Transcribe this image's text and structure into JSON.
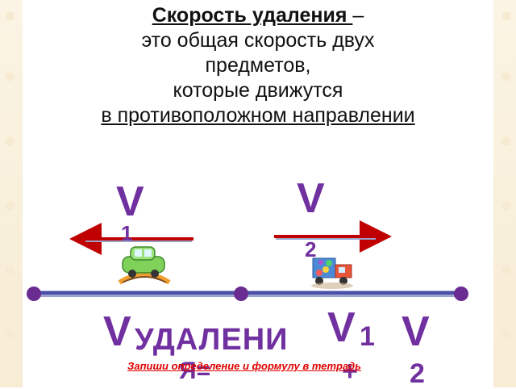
{
  "definition": {
    "term": "Скорость удаления ",
    "dash": "–",
    "line2": "это общая скорость двух",
    "line3": "предметов,",
    "line4": "которые движутся",
    "line5": "в противоположном направлении"
  },
  "velocities": {
    "v1_letter": "V",
    "v1_sub": "1",
    "v2_letter": "V",
    "v2_sub": "2"
  },
  "formula": {
    "v_letter": "V",
    "word": "УДАЛЕНИ",
    "word_end": "Я=",
    "v1_letter": "V",
    "v1_sub": "1",
    "plus": "+",
    "v2_letter": "V",
    "v2_sub": "2"
  },
  "note": "Запиши определение и формулу в тетрадь",
  "colors": {
    "accent_purple": "#7030a0",
    "arrow_red": "#c00000",
    "axis_blue": "#4a4fa8",
    "point_purple": "#6a2c91",
    "note_red": "#e00000"
  }
}
